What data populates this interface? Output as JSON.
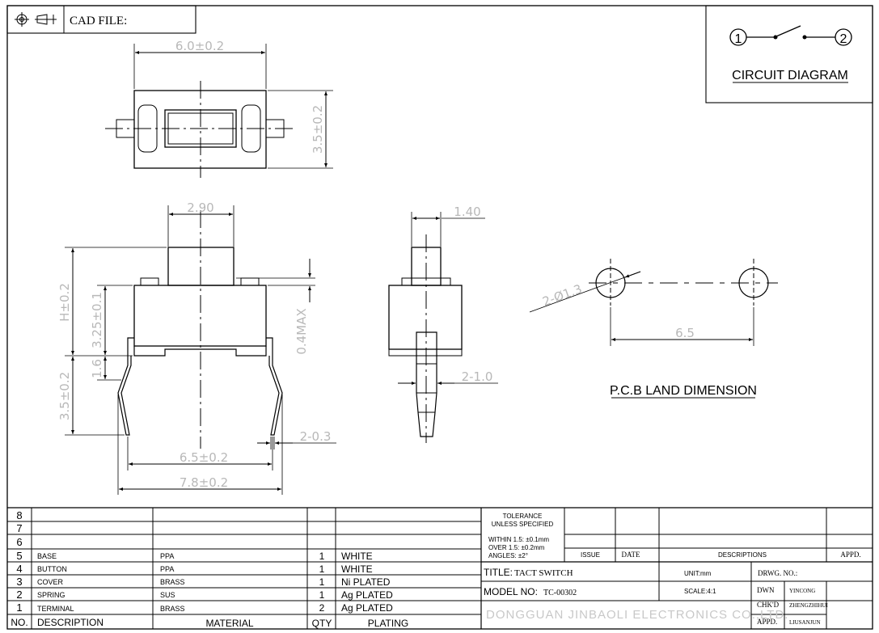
{
  "header": {
    "cad_file_label": "CAD FILE:",
    "projection_icon": "third-angle-projection-icon"
  },
  "circuit": {
    "pin1": "1",
    "pin2": "2",
    "title": "CIRCUIT DIAGRAM"
  },
  "top_view": {
    "width_dim": "6.0±0.2",
    "height_dim": "3.5±0.2"
  },
  "front_view": {
    "button_width": "2.90",
    "h_dim": "H±0.2",
    "body_dim": "3.25±0.1",
    "gap_dim": "0.4MAX",
    "lead_dim": "1.6",
    "lead_len_dim": "3.5±0.2",
    "lead_thk": "2-0.3",
    "pitch_dim": "6.5±0.2",
    "overall_dim": "7.8±0.2"
  },
  "side_view": {
    "button_depth": "1.40",
    "lead_width": "2-1.0"
  },
  "pcb": {
    "hole_dim": "2-Ø1.3",
    "pitch": "6.5",
    "title": "P.C.B LAND DIMENSION"
  },
  "bom": {
    "headers": {
      "no": "NO.",
      "description": "DESCRIPTION",
      "material": "MATERIAL",
      "qty": "QTY",
      "plating": "PLATING"
    },
    "rows": [
      {
        "no": "8",
        "description": "",
        "material": "",
        "qty": "",
        "plating": ""
      },
      {
        "no": "7",
        "description": "",
        "material": "",
        "qty": "",
        "plating": ""
      },
      {
        "no": "6",
        "description": "",
        "material": "",
        "qty": "",
        "plating": ""
      },
      {
        "no": "5",
        "description": "BASE",
        "material": "PPA",
        "qty": "1",
        "plating": "WHITE"
      },
      {
        "no": "4",
        "description": "BUTTON",
        "material": "PPA",
        "qty": "1",
        "plating": "WHITE"
      },
      {
        "no": "3",
        "description": "COVER",
        "material": "BRASS",
        "qty": "1",
        "plating": "Ni PLATED"
      },
      {
        "no": "2",
        "description": "SPRING",
        "material": "SUS",
        "qty": "1",
        "plating": "Ag PLATED"
      },
      {
        "no": "1",
        "description": "TERMINAL",
        "material": "BRASS",
        "qty": "2",
        "plating": "Ag PLATED"
      }
    ]
  },
  "title_block": {
    "tolerance_line1": "TOLERANCE",
    "tolerance_line2": "UNLESS SPECIFIED",
    "within": "WITHIN 1.5: ±0.1mm",
    "over": "OVER 1.5: ±0.2mm",
    "angles": "ANGLES: ±2°",
    "issue": "ISSUE",
    "date": "DATE",
    "descriptions": "DESCRIPTIONS",
    "appd_col": "APPD.",
    "title_label": "TITLE:",
    "title_value": "TACT SWITCH",
    "unit": "UNIT:mm",
    "drwg_no": "DRWG. NO.:",
    "model_label": "MODEL NO:",
    "model_value": "TC-00302",
    "scale": "SCALE:4:1",
    "dwn_label": "DWN",
    "dwn_value": "YINCONG",
    "chkd_label": "CHK'D",
    "chkd_value": "ZHENGZHIHUI",
    "appd_label": "APPD.",
    "appd_value": "LIUSANJUN",
    "company": "DONGGUAN JINBAOLI ELECTRONICS CO.,LTD."
  }
}
